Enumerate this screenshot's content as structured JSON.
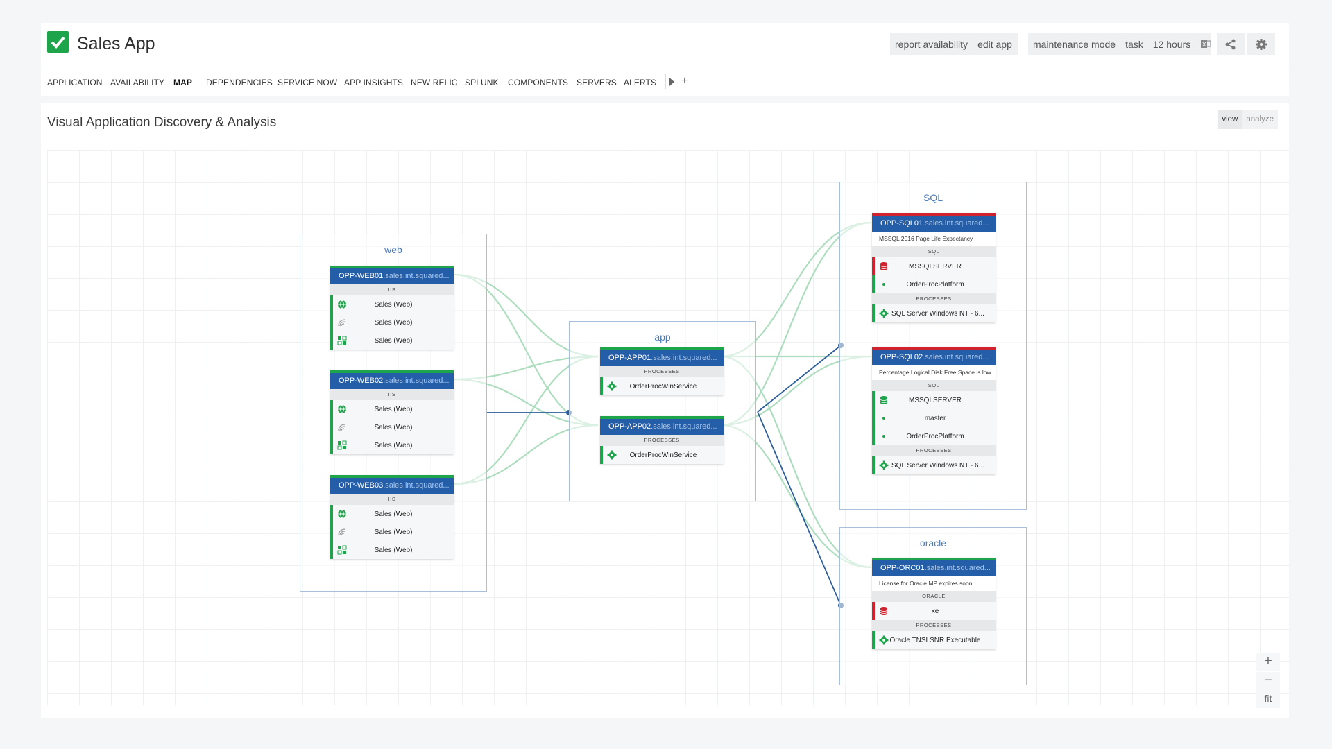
{
  "header": {
    "app_title": "Sales App",
    "status_icon": "check-icon",
    "report_availability": "report availability",
    "edit_app": "edit app",
    "maintenance_mode": "maintenance mode",
    "task": "task",
    "time_range": "12 hours",
    "icons": [
      "excel-export-icon",
      "share-icon",
      "gear-icon"
    ]
  },
  "tabs": [
    "APPLICATION",
    "AVAILABILITY",
    "MAP",
    "DEPENDENCIES",
    "SERVICE NOW",
    "APP INSIGHTS",
    "NEW RELIC",
    "SPLUNK",
    "COMPONENTS",
    "SERVERS",
    "ALERTS"
  ],
  "active_tab": "MAP",
  "view": {
    "title": "Visual Application Discovery & Analysis",
    "toggle_view": "view",
    "toggle_analyze": "analyze"
  },
  "groups": {
    "web": "web",
    "app": "app",
    "sql": "SQL",
    "oracle": "oracle"
  },
  "nodes": {
    "web01": {
      "host": "OPP-WEB01",
      "domain": ".sales.int.squared...",
      "section": "IIS",
      "rows": [
        "Sales (Web)",
        "Sales (Web)",
        "Sales (Web)"
      ]
    },
    "web02": {
      "host": "OPP-WEB02",
      "domain": ".sales.int.squared...",
      "section": "IIS",
      "rows": [
        "Sales (Web)",
        "Sales (Web)",
        "Sales (Web)"
      ]
    },
    "web03": {
      "host": "OPP-WEB03",
      "domain": ".sales.int.squared...",
      "section": "IIS",
      "rows": [
        "Sales (Web)",
        "Sales (Web)",
        "Sales (Web)"
      ]
    },
    "app01": {
      "host": "OPP-APP01",
      "domain": ".sales.int.squared...",
      "section": "PROCESSES",
      "rows": [
        "OrderProcWinService"
      ]
    },
    "app02": {
      "host": "OPP-APP02",
      "domain": ".sales.int.squared...",
      "section": "PROCESSES",
      "rows": [
        "OrderProcWinService"
      ]
    },
    "sql01": {
      "host": "OPP-SQL01",
      "domain": ".sales.int.squared...",
      "alert": "MSSQL 2016 Page Life Expectancy",
      "section": "SQL",
      "rows": [
        "MSSQLSERVER",
        "OrderProcPlatform"
      ],
      "section2": "PROCESSES",
      "process": "SQL Server Windows NT - 6..."
    },
    "sql02": {
      "host": "OPP-SQL02",
      "domain": ".sales.int.squared...",
      "alert": "Percentage Logical Disk Free Space is low",
      "section": "SQL",
      "rows": [
        "MSSQLSERVER",
        "master",
        "OrderProcPlatform"
      ],
      "section2": "PROCESSES",
      "process": "SQL Server Windows NT - 6..."
    },
    "orc01": {
      "host": "OPP-ORC01",
      "domain": ".sales.int.squared...",
      "alert": "License for Oracle MP expires soon",
      "section": "ORACLE",
      "rows": [
        "xe"
      ],
      "section2": "PROCESSES",
      "process": "Oracle TNSLSNR Executable"
    }
  },
  "zoom": {
    "plus": "+",
    "minus": "−",
    "fit": "fit"
  },
  "colors": {
    "ok": "#1ea44b",
    "critical": "#d0222f",
    "node_header": "#245ea8",
    "link": "#9fd8b3",
    "dependency": "#2c5d9a"
  }
}
